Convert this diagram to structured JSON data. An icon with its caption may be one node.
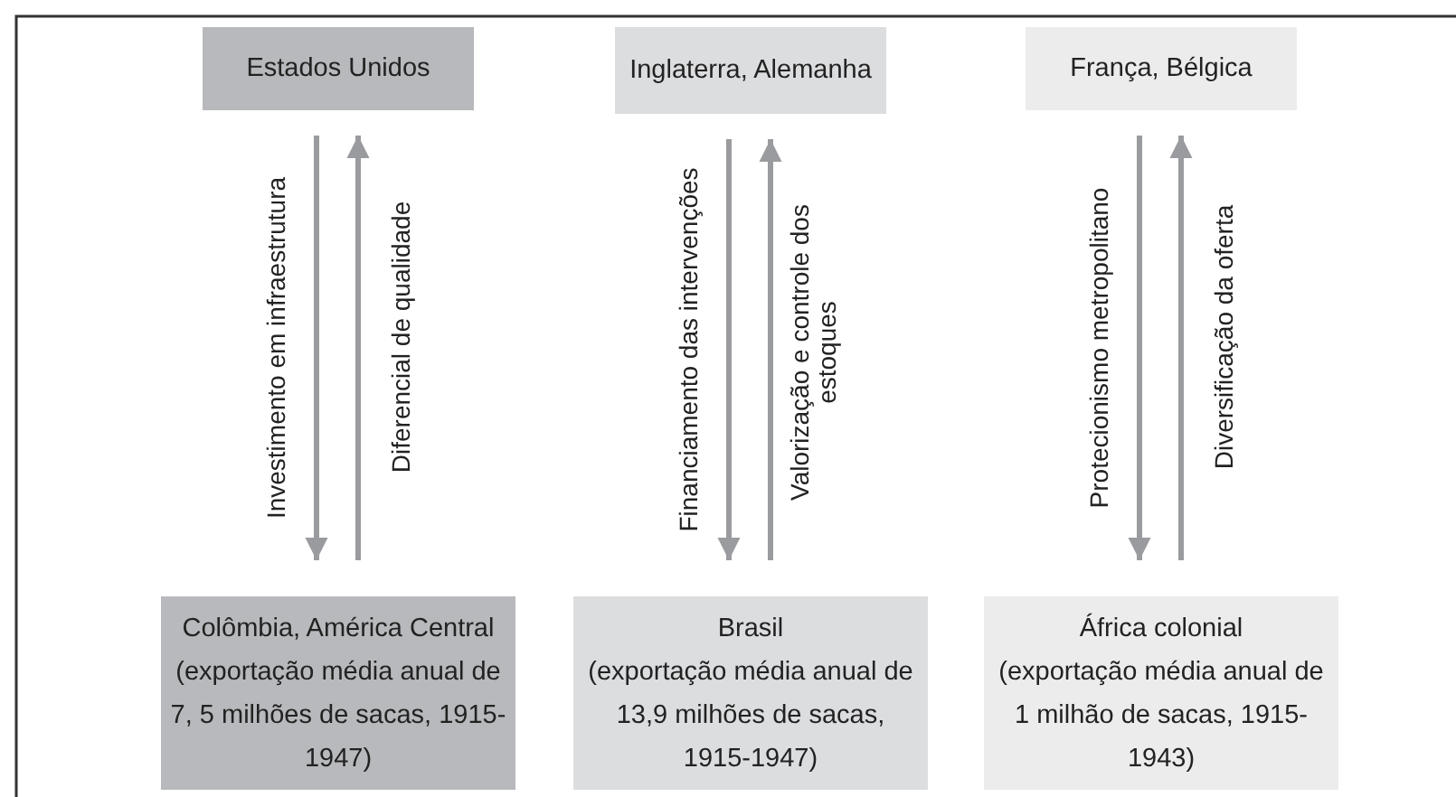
{
  "diagram": {
    "nodes": [
      {
        "text": [
          "Estados Unidos"
        ]
      },
      {
        "text": [
          "Inglaterra, Alemanha"
        ]
      },
      {
        "text": [
          "França, Bélgica"
        ]
      },
      {
        "text": [
          "Colômbia, América Central",
          "(exportação média anual de 7, 5 milhões de sacas, 1915-1947)"
        ]
      },
      {
        "text": [
          "Brasil",
          "(exportação média anual de 13,9 milhões de sacas, 1915-1947)"
        ]
      },
      {
        "text": [
          "África colonial",
          "(exportação média anual de 1 milhão de sacas, 1915-1943)"
        ]
      }
    ],
    "edges": [
      {
        "from": 0,
        "to": 3,
        "arrow": "to",
        "label": "Investimento em infraestrutura"
      },
      {
        "from": 3,
        "to": 0,
        "arrow": "to",
        "label": "Diferencial de qualidade"
      },
      {
        "from": 1,
        "to": 4,
        "arrow": "to",
        "label": "Financiamento das intervenções"
      },
      {
        "from": 4,
        "to": 1,
        "arrow": "to",
        "label": "Valorização e controle dos estoques"
      },
      {
        "from": 2,
        "to": 5,
        "arrow": "to",
        "label": "Protecionismo metropolitano"
      },
      {
        "from": 5,
        "to": 2,
        "arrow": "to",
        "label": "Diversificação da oferta"
      }
    ]
  }
}
